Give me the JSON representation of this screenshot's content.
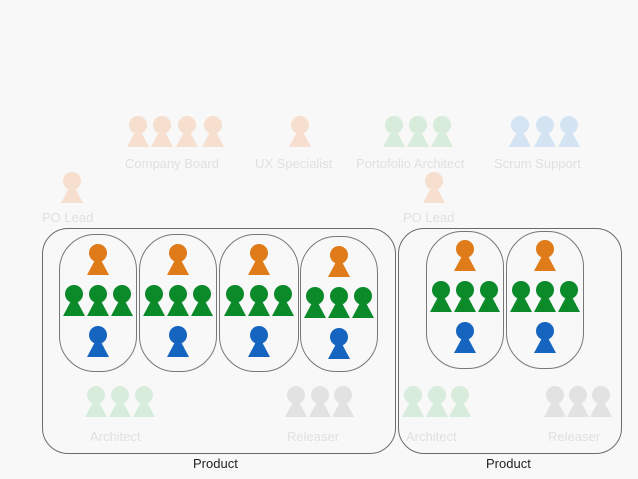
{
  "roles": {
    "company_board": "Company Board",
    "ux_specialist": "UX Specialist",
    "portfolio_architect": "Portofolio Architect",
    "scrum_support": "Scrum Support",
    "po_lead_left": "PO Lead",
    "po_lead_right": "PO Lead"
  },
  "groups": [
    {
      "label": "Product",
      "architect": "Architect",
      "releaser": "Releaser",
      "teams": 4
    },
    {
      "label": "Product",
      "architect": "Architect",
      "releaser": "Releaser",
      "teams": 2
    }
  ],
  "colors": {
    "po_orange": "#e07b1a",
    "dev_green": "#0b8a2a",
    "sm_blue": "#1565c0",
    "faded_orange": "#f6dfcf",
    "faded_green": "#d8ecdc",
    "faded_blue": "#d4e4f3",
    "faded_gray": "#e2e2e2"
  }
}
